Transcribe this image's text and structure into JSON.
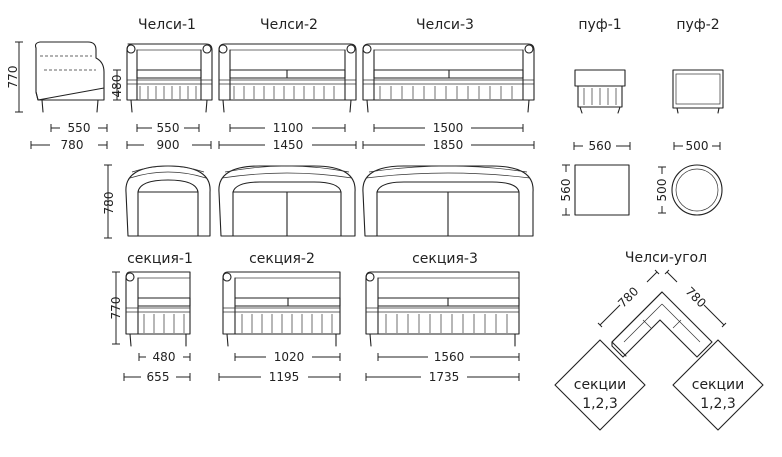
{
  "titles": {
    "chelsi1": "Челси-1",
    "chelsi2": "Челси-2",
    "chelsi3": "Челси-3",
    "puf1": "пуф-1",
    "puf2": "пуф-2",
    "sektsiya1": "секция-1",
    "sektsiya2": "секция-2",
    "sektsiya3": "секция-3",
    "chelsi_ugol": "Челси-угол"
  },
  "dims": {
    "side_height": "770",
    "side_depth_seat": "550",
    "side_depth_total": "780",
    "chelsi1_seat": "550",
    "chelsi1_total": "900",
    "chelsi1_height": "480",
    "chelsi2_seat": "1100",
    "chelsi2_total": "1450",
    "chelsi3_seat": "1500",
    "chelsi3_total": "1850",
    "top_depth": "780",
    "puf1_width": "560",
    "puf1_depth": "560",
    "puf2_width": "500",
    "puf2_depth": "500",
    "sek_height": "770",
    "sek1_seat": "480",
    "sek1_total": "655",
    "sek2_seat": "1020",
    "sek2_total": "1195",
    "sek3_seat": "1560",
    "sek3_total": "1735",
    "corner_a": "780",
    "corner_b": "780"
  },
  "corner_labels": {
    "left_line1": "секции",
    "left_line2": "1,2,3",
    "right_line1": "секции",
    "right_line2": "1,2,3"
  }
}
